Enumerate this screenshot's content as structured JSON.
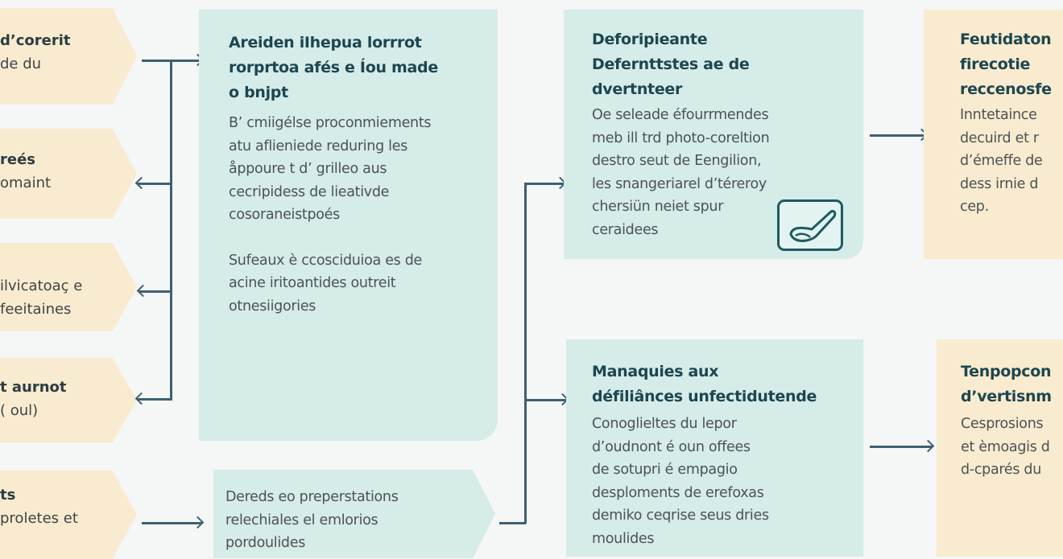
{
  "colors": {
    "teal_box": "#d5ece9",
    "tan_box": "#f8ebcf",
    "connector": "#3d6072",
    "title_text": "#1d4650"
  },
  "left_items": [
    {
      "line1": "d’corerit",
      "line2": "de du"
    },
    {
      "line1": "reés",
      "line2": "omaint"
    },
    {
      "line1": "ilvicatoaç e",
      "line2": "feeitaines"
    },
    {
      "line1": "t aurnot",
      "line2": "( oul)"
    },
    {
      "line1": "ts",
      "line2": "proletes et"
    }
  ],
  "main_box": {
    "title": [
      "Areiden iIhepua lorrrot",
      "rorprtoa afés e Íou made",
      "o bnjpt"
    ],
    "para1": [
      "B’ cmiigélse proconmiements",
      "atu aflieniede reduring les",
      "åppoure t d’ grilleo aus",
      "cecripidess de lieativde",
      "cosoraneistpoés"
    ],
    "para2": [
      "Sufeaux è ccosciduioa es de",
      "acine iritoantides outreit",
      "otnesiigories"
    ]
  },
  "lower_box": {
    "lines": [
      "Dereds eo preperstations",
      "relechiales el emlorios",
      "pordoulides"
    ]
  },
  "box_top": {
    "title": [
      "Deforipieante",
      "Defernttstes ae de",
      "dvertnteer"
    ],
    "body": [
      "Oe seleade éfourrmendes",
      "meb ill trd photo-coreltion",
      "destro seut de Eengilion,",
      "les snangeriarel d’téreroy",
      "chersiün neiet spur",
      "ceraidees"
    ],
    "icon": "hand-tool-icon"
  },
  "box_bottom": {
    "title": [
      "Manaquies aux",
      "défiliânces unfectidutende"
    ],
    "body": [
      "Conoglieltes du lepor",
      "d’oudnont é oun offees",
      "de sotupri é empagio",
      "desploments de erefoxas",
      "demiko ceqrise seus dries",
      "moulides"
    ]
  },
  "right_top": {
    "title": [
      "Feutidaton",
      "firecotie",
      "reccenosfe"
    ],
    "body": [
      "Inntetaince",
      "decuird et r",
      "d’émeffe de",
      "dess irnie d",
      "cep."
    ]
  },
  "right_bottom": {
    "title": [
      "Tenpopcon",
      "d’vertisnm"
    ],
    "body": [
      "Cesprosions",
      "et èmoagis d",
      "d-cparés du"
    ]
  }
}
